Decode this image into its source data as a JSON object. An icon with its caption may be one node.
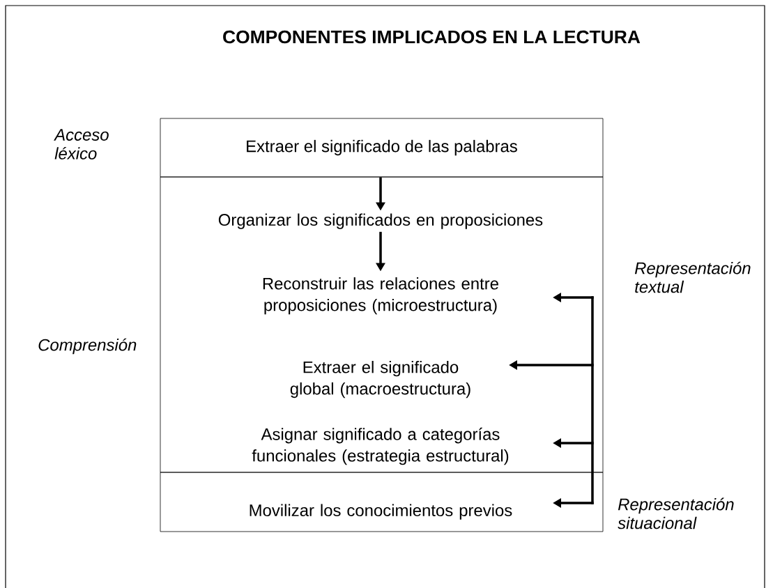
{
  "diagram": {
    "title": "COMPONENTES IMPLICADOS EN LA LECTURA",
    "nodes": [
      {
        "text": [
          "Extraer el significado de las palabras"
        ]
      },
      {
        "text": [],
        "shape": "box"
      },
      {
        "text": [
          "Organizar los significados en proposiciones"
        ],
        "in": 1
      },
      {
        "text": [
          "Reconstruir las relaciones entre proposiciones (microestructura)"
        ],
        "in": 1
      },
      {
        "text": [
          "Extraer el significado global (macroestructura)"
        ],
        "in": 1
      },
      {
        "text": [
          "Asignar significado a categorías funcionales (estrategia estructural)"
        ],
        "in": 1
      },
      {
        "text": [],
        "shape": "box"
      },
      {
        "text": [
          "Movilizar los conocimientos previos"
        ],
        "in": 6
      }
    ],
    "edges": [
      {
        "from": 0,
        "to": 2,
        "arrow": "to"
      },
      {
        "from": 2,
        "to": 3,
        "arrow": "to"
      },
      {
        "from": null,
        "to": 3,
        "arrow": "to"
      },
      {
        "from": null,
        "to": 4,
        "arrow": "to"
      },
      {
        "from": null,
        "to": 5,
        "arrow": "to"
      },
      {
        "from": null,
        "to": 7,
        "arrow": "to"
      }
    ],
    "labels": [
      "Acceso léxico",
      "Representación textual",
      "Comprensión",
      "Representación situacional"
    ]
  }
}
